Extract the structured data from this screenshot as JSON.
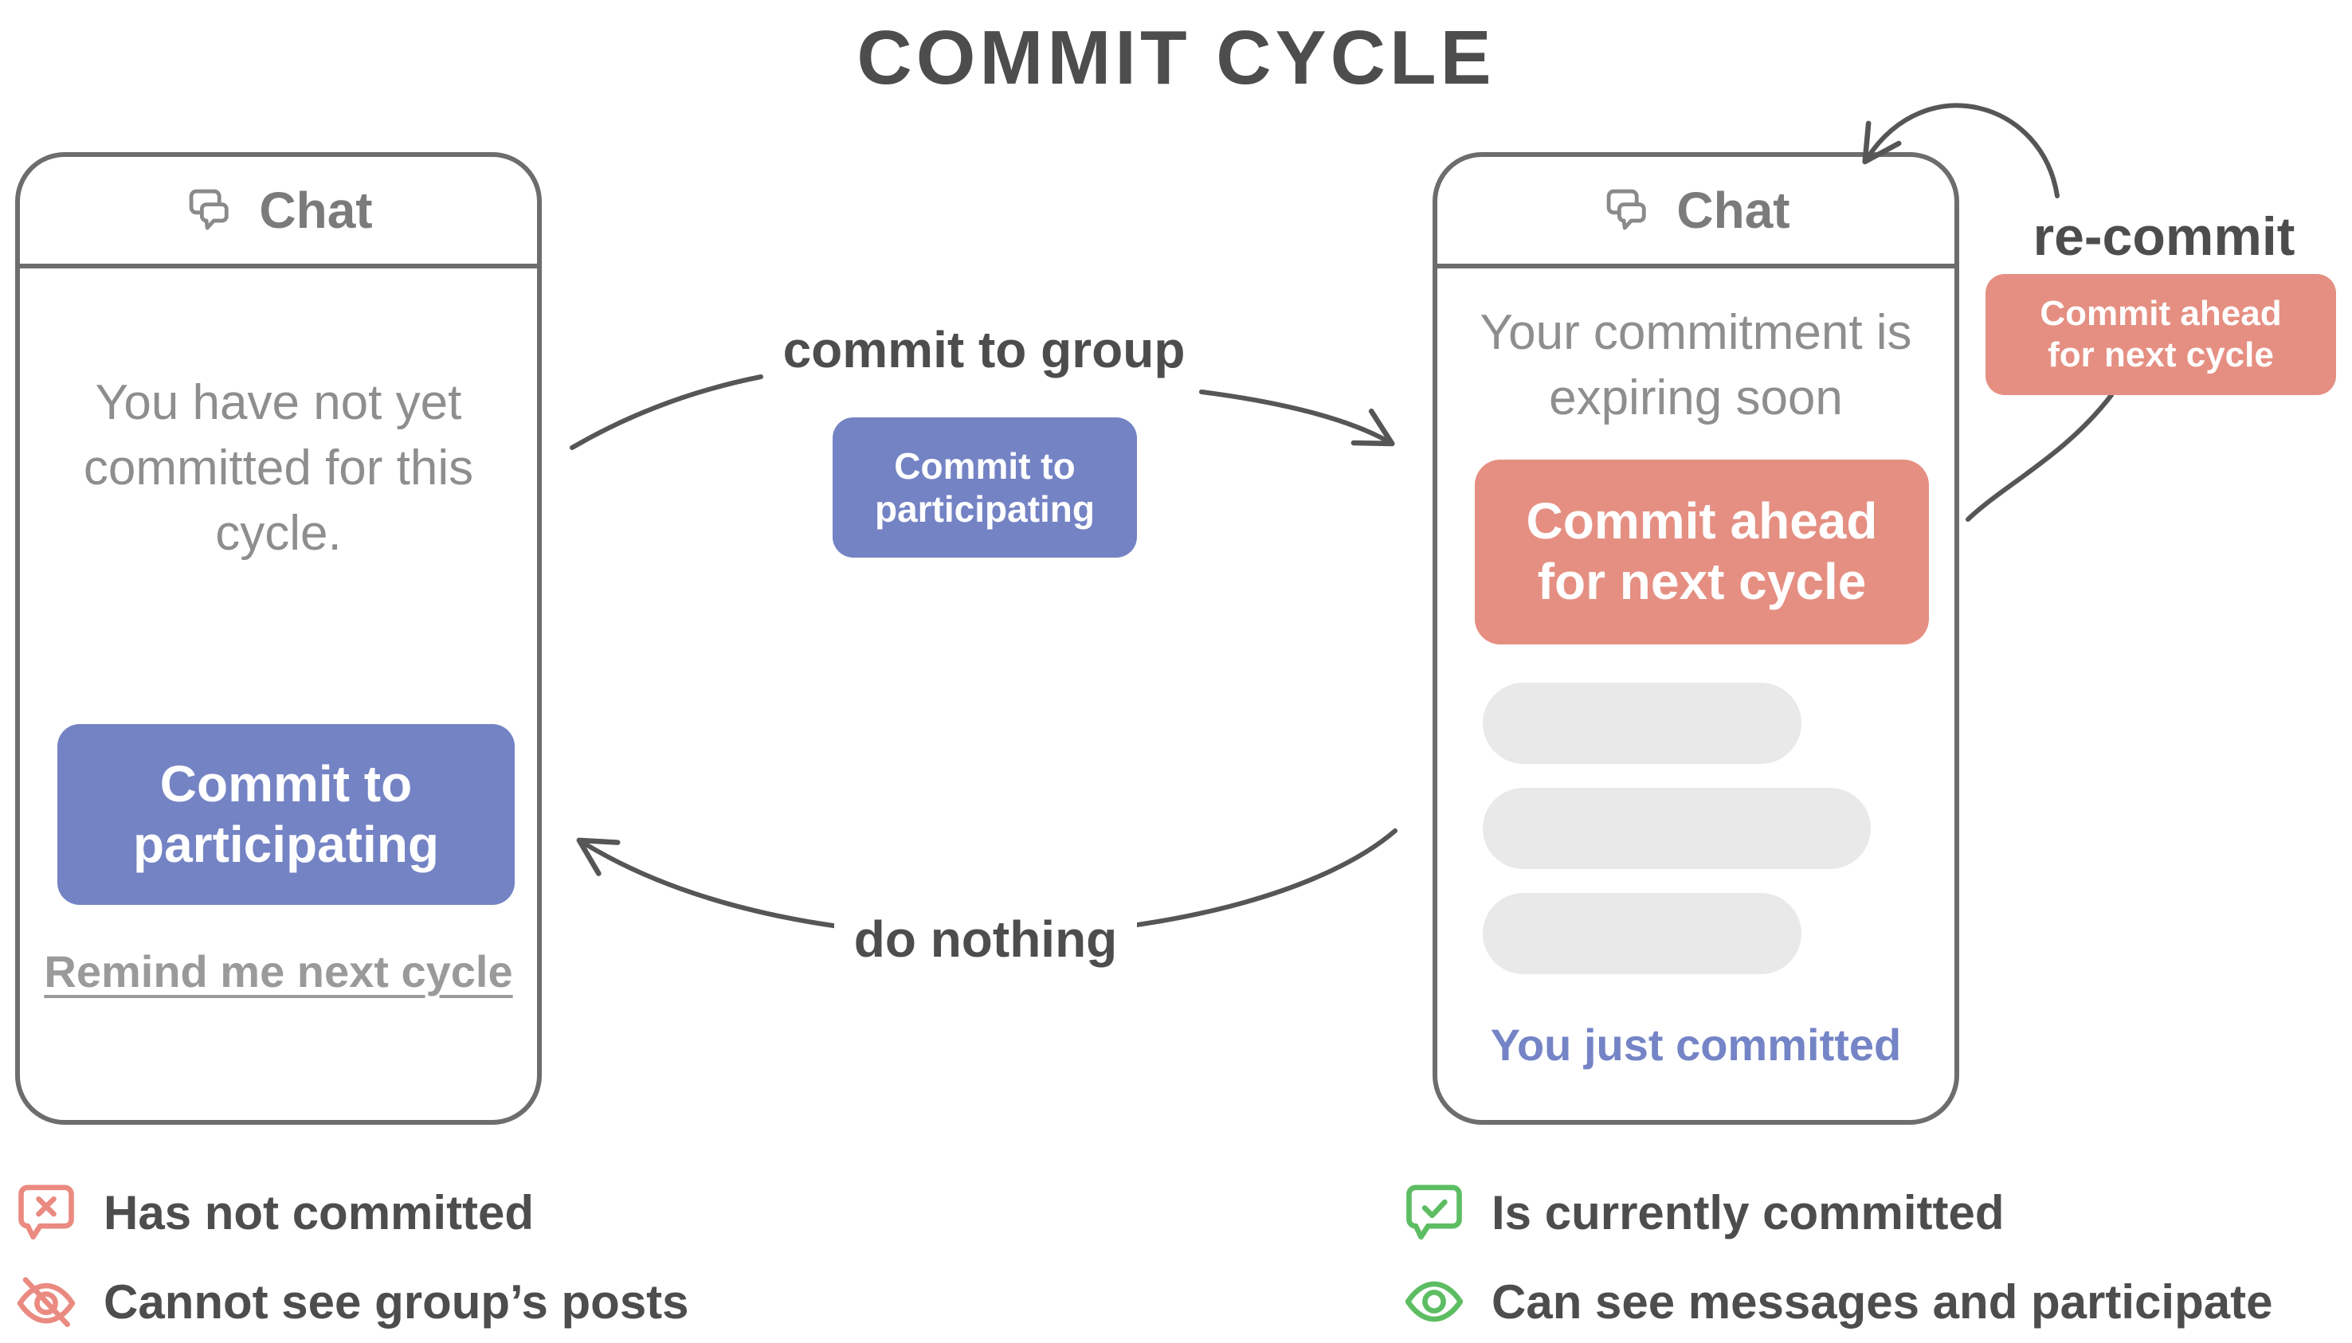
{
  "title": "COMMIT CYCLE",
  "colors": {
    "accent-blue": "#7483c4",
    "accent-salmon": "#e58f82",
    "status-blue": "#7484c6",
    "legend-red": "#ea8a80",
    "legend-green": "#5dbd63",
    "phone-border": "#6d6d6d",
    "ink": "#4d4d4d",
    "muted": "#8e8e8e",
    "bar": "#e9e9e9",
    "link": "#9a9a9a",
    "arrow": "#565656",
    "chat": "#7b7b7b"
  },
  "flow": {
    "commit_to_group": "commit to group",
    "do_nothing": "do nothing",
    "re_commit": "re-commit"
  },
  "mid_button": {
    "label": "Commit to participating"
  },
  "recommit_button": {
    "label": "Commit ahead for next cycle"
  },
  "left_phone": {
    "header": "Chat",
    "header_icon": "chat-bubbles-icon",
    "body": "You have not yet committed for this cycle.",
    "commit_button": "Commit to participating",
    "remind_link": "Remind me next cycle"
  },
  "right_phone": {
    "header": "Chat",
    "header_icon": "chat-bubbles-icon",
    "notice": "Your commitment is expiring soon",
    "commit_button": "Commit ahead for next cycle",
    "status": "You just committed",
    "message_placeholders": 3
  },
  "legend": {
    "left": [
      {
        "icon": "message-x-icon",
        "label": "Has not committed"
      },
      {
        "icon": "eye-off-icon",
        "label": "Cannot see group’s posts"
      }
    ],
    "right": [
      {
        "icon": "message-check-icon",
        "label": "Is currently committed"
      },
      {
        "icon": "eye-icon",
        "label": "Can see messages and participate"
      }
    ]
  }
}
